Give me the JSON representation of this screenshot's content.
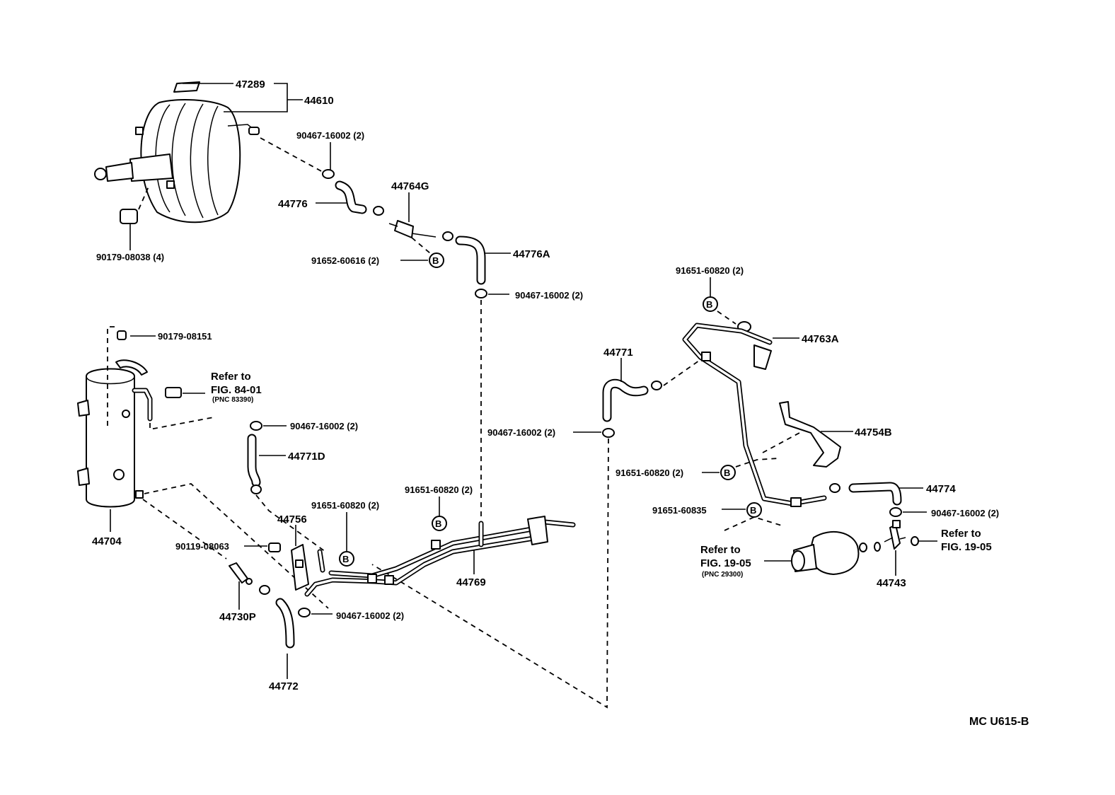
{
  "labels": {
    "p47289": "47289",
    "p44610": "44610",
    "p90467_top": "90467-16002 (2)",
    "p44764g": "44764G",
    "p44776": "44776",
    "p90179_08038": "90179-08038 (4)",
    "p91652": "91652-60616 (2)",
    "p44776a": "44776A",
    "p90467_mid": "90467-16002 (2)",
    "p91651_tr": "91651-60820 (2)",
    "p44763a": "44763A",
    "p44771": "44771",
    "p90179_08151": "90179-08151",
    "refer_84": "Refer  to",
    "fig_84": "FIG. 84-01",
    "pnc_84": "(PNC  83390)",
    "p90467_left": "90467-16002 (2)",
    "p44771d": "44771D",
    "p90467_center": "90467-16002 (2)",
    "p44754b": "44754B",
    "p91651_r2": "91651-60820 (2)",
    "p44774": "44774",
    "p91651_60835": "91651-60835",
    "p90467_right": "90467-16002 (2)",
    "refer_19a": "Refer  to",
    "fig_19a": "FIG. 19-05",
    "pnc_19": "(PNC  29300)",
    "refer_19b": "Refer  to",
    "fig_19b": "FIG. 19-05",
    "p44743": "44743",
    "p44704": "44704",
    "p44756": "44756",
    "p91651_c1": "91651-60820 (2)",
    "p91651_c2": "91651-60820 (2)",
    "p90119": "90119-08063",
    "p44769": "44769",
    "p44730p": "44730P",
    "p90467_bottom": "90467-16002 (2)",
    "p44772": "44772",
    "code": "MC  U615-B"
  },
  "markers": {
    "b": "B"
  }
}
